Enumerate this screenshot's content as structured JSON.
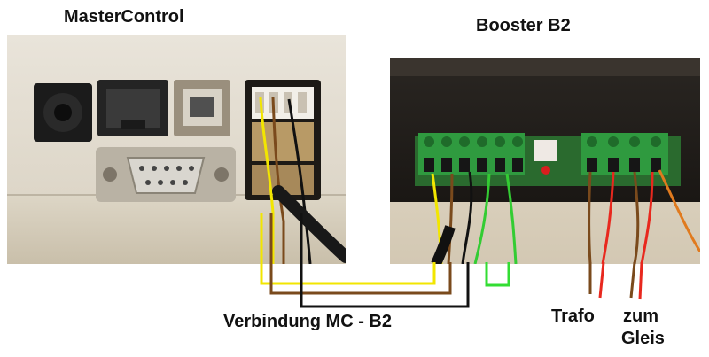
{
  "labels": {
    "master_control": "MasterControl",
    "booster": "Booster B2",
    "connection": "Verbindung MC - B2",
    "trafo": "Trafo",
    "zum_gleis_line1": "zum",
    "zum_gleis_line2": "Gleis"
  },
  "wires": {
    "yellow": "#f2e600",
    "brown": "#7a4a1c",
    "black": "#111111",
    "green": "#33dd33",
    "red": "#e8281e",
    "orange": "#e07a1e"
  }
}
